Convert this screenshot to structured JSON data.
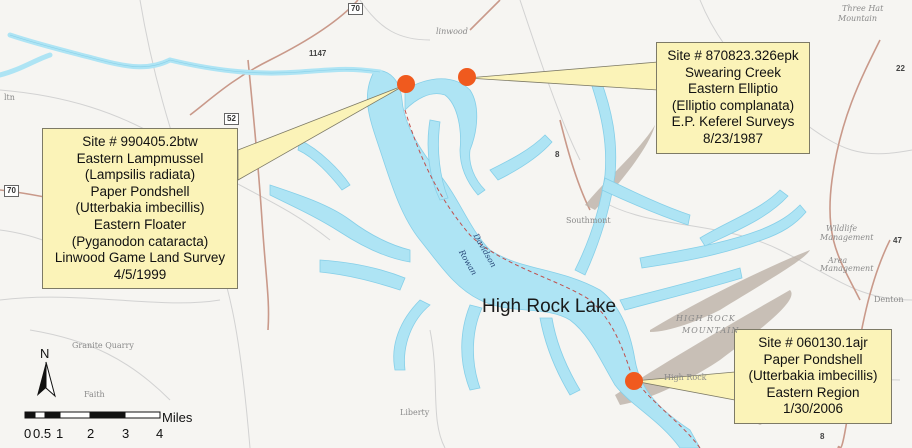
{
  "lake": {
    "name": "High Rock Lake"
  },
  "river_label": [
    "Davidson",
    "Rowan"
  ],
  "callouts": [
    {
      "id": "site-990405",
      "lines": [
        "Site # 990405.2btw",
        "Eastern Lampmussel",
        "(Lampsilis radiata)",
        "Paper Pondshell",
        "(Utterbakia imbecillis)",
        "Eastern Floater",
        "(Pyganodon cataracta)",
        "Linwood Game Land Survey",
        "4/5/1999"
      ]
    },
    {
      "id": "site-870823",
      "lines": [
        "Site # 870823.326epk",
        "Swearing Creek",
        "Eastern Elliptio",
        "(Elliptio complanata)",
        "E.P. Keferel Surveys",
        "8/23/1987"
      ]
    },
    {
      "id": "site-060130",
      "lines": [
        "Site # 060130.1ajr",
        "Paper Pondshell",
        "(Utterbakia imbecillis)",
        "Eastern Region",
        "1/30/2006"
      ]
    }
  ],
  "towns": [
    {
      "id": "linwood",
      "text": "linwood",
      "italic": true
    },
    {
      "id": "southmont",
      "text": "Southmont",
      "italic": false
    },
    {
      "id": "high-rock",
      "text": "High Rock",
      "italic": false
    },
    {
      "id": "high-rock-mountain-1",
      "text": "HIGH ROCK",
      "italic": true
    },
    {
      "id": "high-rock-mountain-2",
      "text": "MOUNTAIN",
      "italic": true
    },
    {
      "id": "liberty",
      "text": "Liberty",
      "italic": false
    },
    {
      "id": "granite-quarry",
      "text": "Granite Quarry",
      "italic": false
    },
    {
      "id": "faith",
      "text": "Faith",
      "italic": false
    },
    {
      "id": "denton",
      "text": "Denton",
      "italic": false
    },
    {
      "id": "three-hat-1",
      "text": "Three Hat",
      "italic": true
    },
    {
      "id": "three-hat-2",
      "text": "Mountain",
      "italic": true
    },
    {
      "id": "wildlife-1",
      "text": "Wildlife",
      "italic": true
    },
    {
      "id": "wildlife-2",
      "text": "Management",
      "italic": true
    },
    {
      "id": "wildlife-3",
      "text": "Area",
      "italic": true
    },
    {
      "id": "wildlife-4",
      "text": "Management",
      "italic": true
    },
    {
      "id": "ltn",
      "text": "ltn",
      "italic": false
    }
  ],
  "roads": [
    {
      "id": "us-70-top",
      "text": "70",
      "shield": true
    },
    {
      "id": "us-52",
      "text": "52",
      "shield": true
    },
    {
      "id": "us-70-left",
      "text": "70",
      "shield": true
    },
    {
      "id": "route-1147",
      "text": "1147",
      "shield": false
    },
    {
      "id": "route-8",
      "text": "8",
      "shield": false
    },
    {
      "id": "route-47",
      "text": "47",
      "shield": false
    },
    {
      "id": "route-22",
      "text": "22",
      "shield": false
    },
    {
      "id": "route-8-bottom",
      "text": "8",
      "shield": false
    }
  ],
  "north_arrow": {
    "label": "N"
  },
  "scale_bar": {
    "ticks": [
      "0",
      "0.5",
      "1",
      "2",
      "3",
      "4"
    ],
    "unit": "Miles"
  },
  "colors": {
    "water": "#aee4f4",
    "water_edge": "#8cd2ea",
    "callout_fill": "#fbf3b8",
    "site_marker": "#f05a1e",
    "background": "#f6f5f2",
    "road": "#c08f80",
    "minor_road": "#cfcfcf",
    "ridge": "#b8aea4"
  }
}
